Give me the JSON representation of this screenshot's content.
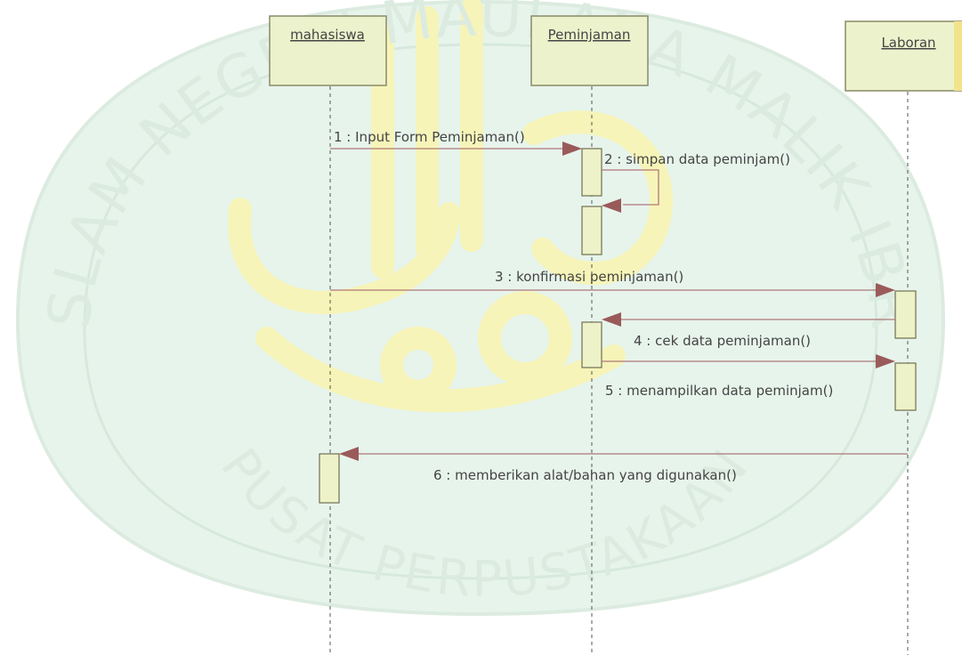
{
  "diagram": {
    "type": "sequence",
    "lifelines": [
      {
        "id": "mahasiswa",
        "label": "mahasiswa"
      },
      {
        "id": "peminjaman",
        "label": "Peminjaman"
      },
      {
        "id": "laboran",
        "label": "Laboran"
      }
    ],
    "messages": [
      {
        "id": "m1",
        "label": "1 : Input Form Peminjaman()",
        "from": "mahasiswa",
        "to": "peminjaman"
      },
      {
        "id": "m2",
        "label": "2 : simpan data peminjam()",
        "from": "peminjaman",
        "to": "peminjaman",
        "self": true
      },
      {
        "id": "m3",
        "label": "3 : konfirmasi peminjaman()",
        "from": "mahasiswa",
        "to": "laboran"
      },
      {
        "id": "m4",
        "label": "4 : cek data peminjaman()",
        "from": "laboran",
        "to": "peminjaman"
      },
      {
        "id": "m5",
        "label": "5 : menampilkan data peminjam()",
        "from": "peminjaman",
        "to": "laboran"
      },
      {
        "id": "m6",
        "label": "6 : memberikan alat/bahan yang digunakan()",
        "from": "laboran",
        "to": "mahasiswa"
      }
    ]
  },
  "watermark": {
    "top_text": "UNIVERSITAS ISLAM NEGERI MAULANA MALIK IBRAHIM MALANG",
    "bottom_text": "PUSAT PERPUSTAKAAN"
  },
  "colors": {
    "actor_fill": "#ecf2cc",
    "actor_stroke": "#8a8a68",
    "activation_fill": "#eef2c8",
    "message_line": "#b07878",
    "arrowhead": "#9a5a5a",
    "text": "#444444",
    "watermark_fill": "#e7f4ec",
    "watermark_emblem": "#f6f4b8",
    "watermark_text": "#dcebe0"
  }
}
